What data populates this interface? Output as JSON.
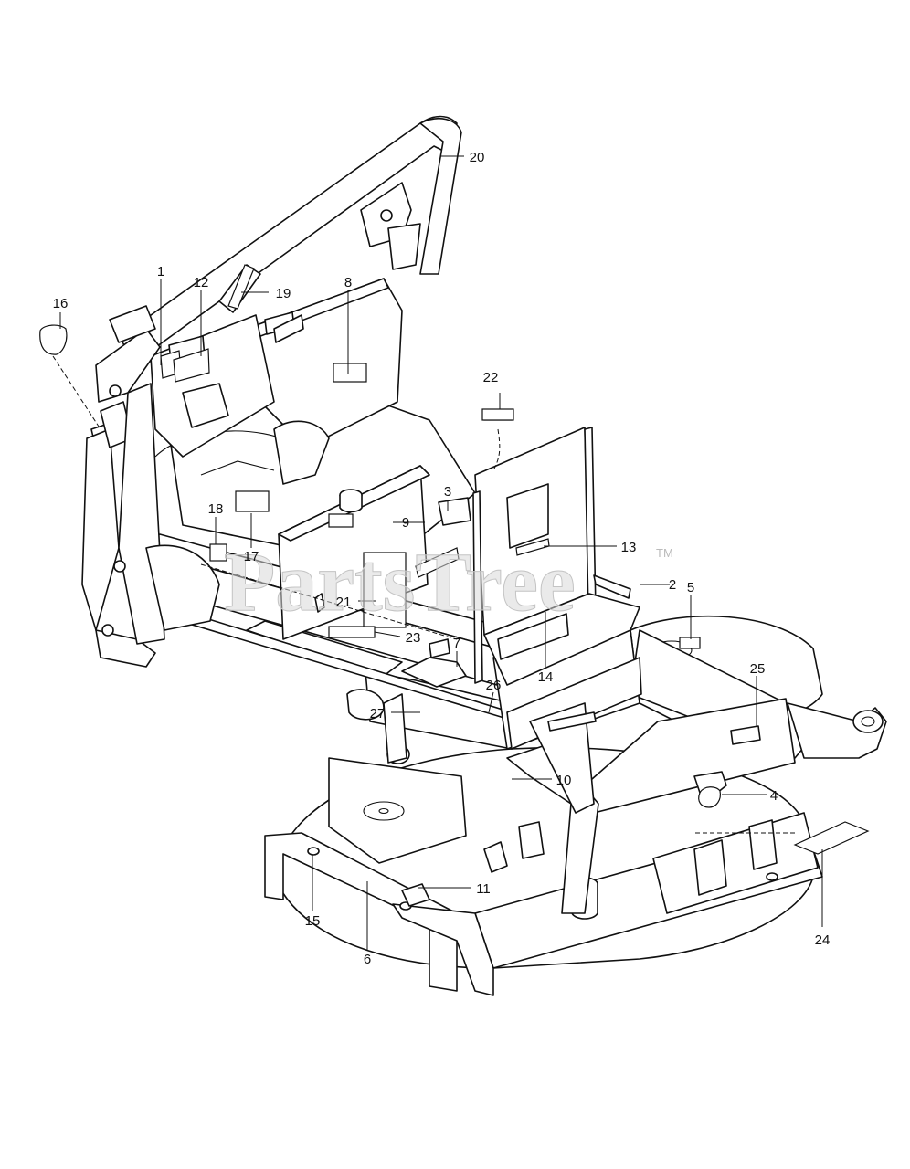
{
  "watermark": {
    "text": "PartsTree",
    "tm": "TM"
  },
  "callouts": [
    {
      "id": "c1",
      "label": "1"
    },
    {
      "id": "c2",
      "label": "2"
    },
    {
      "id": "c3",
      "label": "3"
    },
    {
      "id": "c4",
      "label": "4"
    },
    {
      "id": "c5",
      "label": "5"
    },
    {
      "id": "c6",
      "label": "6"
    },
    {
      "id": "c7",
      "label": "7"
    },
    {
      "id": "c8",
      "label": "8"
    },
    {
      "id": "c9",
      "label": "9"
    },
    {
      "id": "c10",
      "label": "10"
    },
    {
      "id": "c11",
      "label": "11"
    },
    {
      "id": "c12",
      "label": "12"
    },
    {
      "id": "c13",
      "label": "13"
    },
    {
      "id": "c14",
      "label": "14"
    },
    {
      "id": "c15",
      "label": "15"
    },
    {
      "id": "c16",
      "label": "16"
    },
    {
      "id": "c17",
      "label": "17"
    },
    {
      "id": "c18",
      "label": "18"
    },
    {
      "id": "c19",
      "label": "19"
    },
    {
      "id": "c20",
      "label": "20"
    },
    {
      "id": "c21",
      "label": "21"
    },
    {
      "id": "c22",
      "label": "22"
    },
    {
      "id": "c23",
      "label": "23"
    },
    {
      "id": "c24",
      "label": "24"
    },
    {
      "id": "c25",
      "label": "25"
    },
    {
      "id": "c26",
      "label": "26"
    },
    {
      "id": "c27",
      "label": "27"
    }
  ]
}
